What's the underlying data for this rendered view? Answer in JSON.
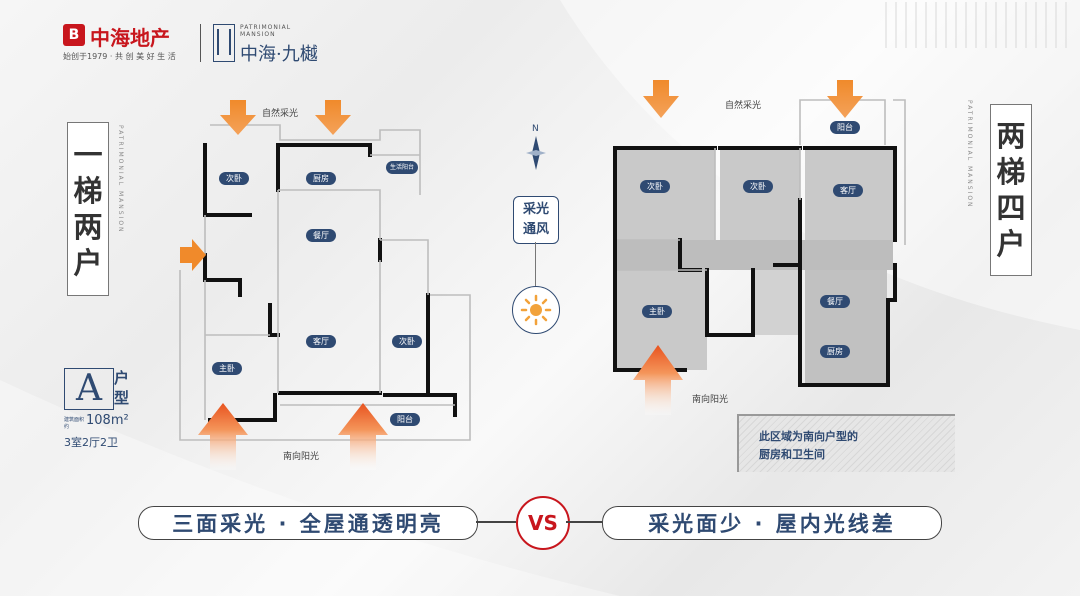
{
  "header": {
    "brand_name": "中海地产",
    "slogan": "始创于1979 · 共 创 美 好 生 活",
    "project_sub_en_1": "PATRIMONIAL",
    "project_sub_en_2": "MANSION",
    "project_name": "中海·九樾"
  },
  "left": {
    "title_chars": [
      "一",
      "梯",
      "两",
      "户"
    ],
    "side_text": "PATRIMONIAL MANSION",
    "top_light_label": "自然采光",
    "bottom_light_label": "南向阳光",
    "unit_letter": "A",
    "unit_word_1": "户",
    "unit_word_2": "型",
    "area_label_1": "建筑面积",
    "area_label_2": "约",
    "area_value": "108m²",
    "layout_desc": "3室2厅2卫",
    "rooms": {
      "bedroom_a": "次卧",
      "kitchen": "厨房",
      "utility": "生活阳台",
      "dining": "餐厅",
      "living": "客厅",
      "bedroom_b": "次卧",
      "master": "主卧",
      "balcony": "阳台"
    }
  },
  "center": {
    "north": "N",
    "feature_1": "采光",
    "feature_2": "通风"
  },
  "right": {
    "title_chars": [
      "两",
      "梯",
      "四",
      "户"
    ],
    "side_text": "PATRIMONIAL MANSION",
    "top_light_label": "自然采光",
    "bottom_light_label": "南向阳光",
    "note_line_1": "此区域为南向户型的",
    "note_line_2": "厨房和卫生间",
    "rooms": {
      "bedroom_a": "次卧",
      "bedroom_b": "次卧",
      "living": "客厅",
      "balcony": "阳台",
      "master": "主卧",
      "dining": "餐厅",
      "kitchen": "厨房"
    }
  },
  "bottom": {
    "left_slogan": "三面采光 · 全屋通透明亮",
    "vs": "VS",
    "right_slogan": "采光面少 · 屋内光线差"
  },
  "colors": {
    "accent_red": "#c8161d",
    "navy": "#2f4a72",
    "arrow_orange": "#f08a2b"
  }
}
